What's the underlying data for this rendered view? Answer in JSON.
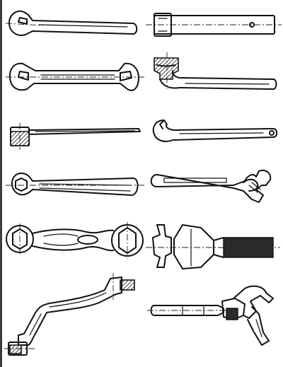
{
  "figure": {
    "background": "#ffffff",
    "ink": "#111111",
    "panels": [
      {
        "name": "open-end-wrench"
      },
      {
        "name": "tube-socket-wrench"
      },
      {
        "name": "double-open-end-wrench"
      },
      {
        "name": "angled-socket-wrench"
      },
      {
        "name": "flat-socket-wrench"
      },
      {
        "name": "hook-spanner-wrench"
      },
      {
        "name": "box-end-wrench"
      },
      {
        "name": "adjustable-wrench"
      },
      {
        "name": "double-box-end-wrench"
      },
      {
        "name": "pipe-wrench"
      },
      {
        "name": "offset-crank-socket-wrench"
      },
      {
        "name": "chain-pipe-wrench"
      }
    ]
  }
}
